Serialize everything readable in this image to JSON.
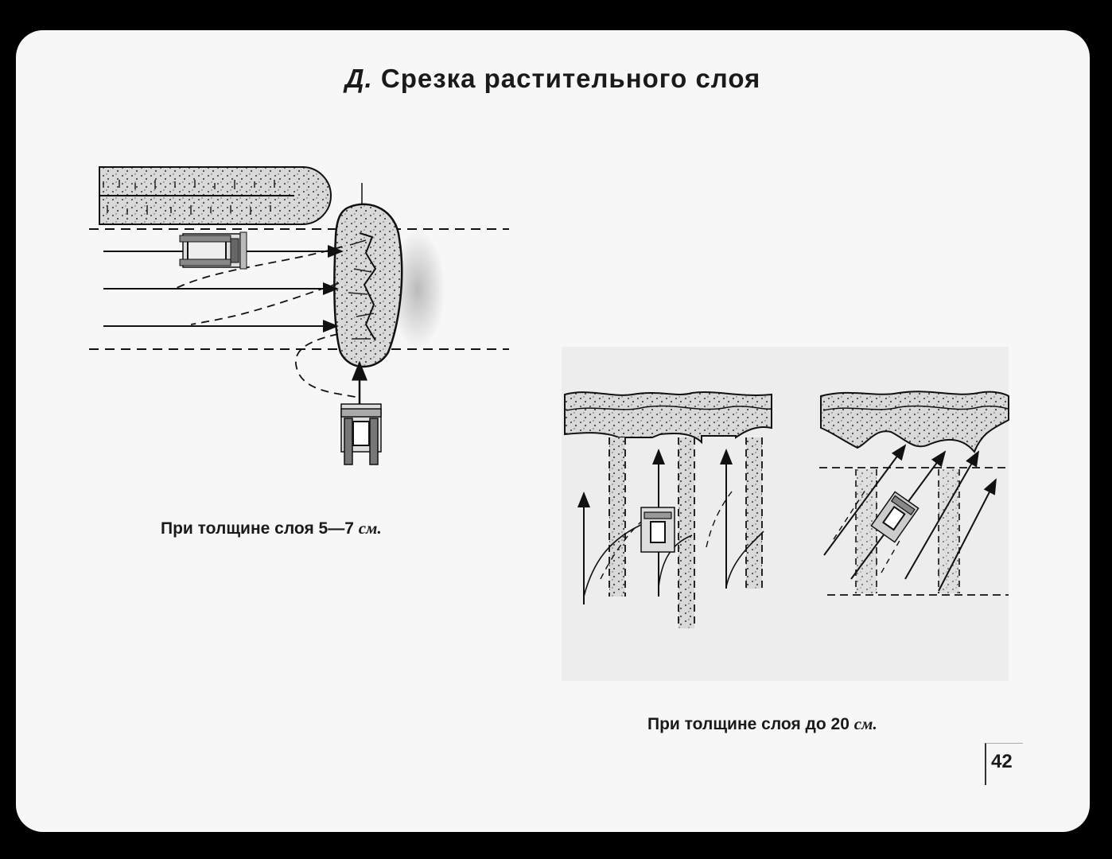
{
  "title": {
    "letter": "Д.",
    "text": "Срезка растительного слоя"
  },
  "caption_left": {
    "text": "При толщине слоя 5—7",
    "unit": "см."
  },
  "caption_right": {
    "text": "При толщине слоя до 20",
    "unit": "см."
  },
  "page_number": "42"
}
